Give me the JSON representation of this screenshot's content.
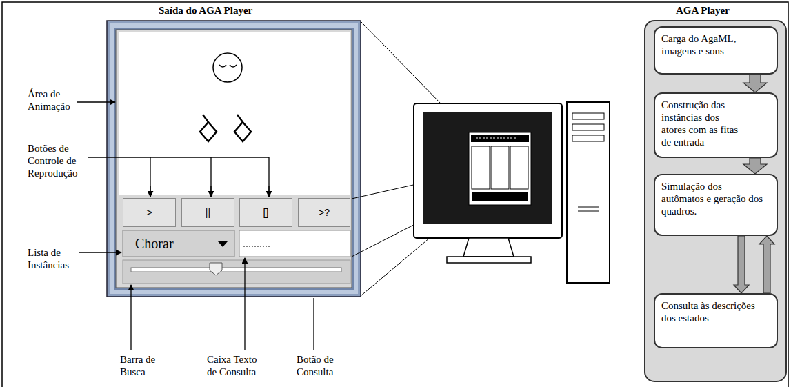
{
  "diagram": {
    "nodes": [
      {
        "text": [
          "Saída do AGA Player"
        ]
      },
      {
        "text": [
          ">"
        ],
        "in": 0
      },
      {
        "text": [
          "||"
        ],
        "in": 0
      },
      {
        "text": [
          "[]"
        ],
        "in": 0
      },
      {
        "text": [
          ">?"
        ],
        "in": 0
      },
      {
        "text": [
          "Chorar"
        ],
        "in": 0
      },
      {
        "text": [
          "AGA Player"
        ]
      },
      {
        "text": [
          "Carga do AgaML, imagens e sons"
        ],
        "in": 6
      },
      {
        "text": [
          "Construção das instâncias dos atores com as fitas de entrada"
        ],
        "in": 6
      },
      {
        "text": [
          "Simulação dos autômatos e geração dos quadros."
        ],
        "in": 6
      },
      {
        "text": [
          "Consulta às descrições dos estados"
        ],
        "in": 6
      }
    ],
    "edges": [
      {
        "from": 7,
        "to": 8,
        "arrow": "to"
      },
      {
        "from": 8,
        "to": 9,
        "arrow": "to"
      },
      {
        "from": 9,
        "to": 10,
        "arrow": "to"
      },
      {
        "from": 10,
        "to": 9,
        "arrow": "to"
      }
    ],
    "labels": [
      "Área de Animação",
      "Botões de Controle de Reprodução",
      "Lista de Instâncias",
      "Barra de Busca",
      "Caixa Texto de Consulta",
      "Botão de Consulta"
    ]
  }
}
